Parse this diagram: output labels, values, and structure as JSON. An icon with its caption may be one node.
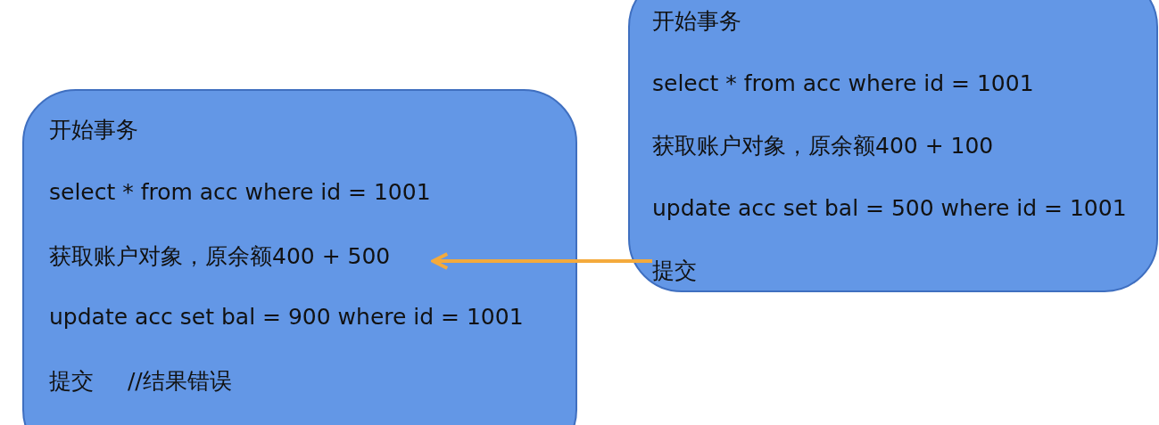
{
  "diagram": {
    "nodes": [
      {
        "text": [],
        "shape": "box"
      },
      {
        "text": [
          "开始事务"
        ],
        "in": 0
      },
      {
        "text": [
          "select * from acc where id = 1001"
        ],
        "in": 0
      },
      {
        "text": [
          "获取账户对象，原余额400 + 500"
        ],
        "in": 0
      },
      {
        "text": [
          "update acc set bal = 900 where id = 1001"
        ],
        "in": 0
      },
      {
        "text": [
          "提交 //结果错误"
        ],
        "in": 0
      },
      {
        "text": [],
        "shape": "box"
      },
      {
        "text": [
          "开始事务"
        ],
        "in": 6
      },
      {
        "text": [
          "select * from acc where id = 1001"
        ],
        "in": 6
      },
      {
        "text": [
          "获取账户对象，原余额400 + 100"
        ],
        "in": 6
      },
      {
        "text": [
          "update acc set bal = 500 where id = 1001"
        ],
        "in": 6
      },
      {
        "text": [
          "提交"
        ],
        "in": 6
      }
    ],
    "edges": [
      {
        "from": 11,
        "to": 3,
        "arrow": "to",
        "color": "#f4aa3c"
      }
    ]
  }
}
